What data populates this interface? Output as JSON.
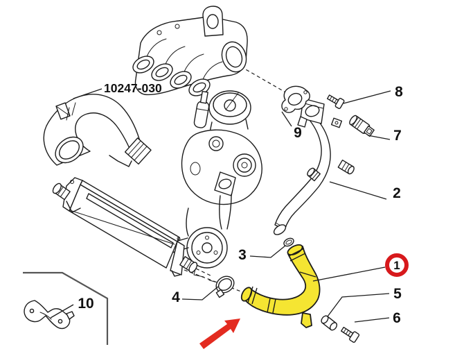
{
  "diagram": {
    "part_number_label": "10247-030",
    "callouts": {
      "n1": "1",
      "n2": "2",
      "n3": "3",
      "n4": "4",
      "n5": "5",
      "n6": "6",
      "n7": "7",
      "n8": "8",
      "n9": "9",
      "n10": "10"
    },
    "highlighted_callout": "1",
    "colors": {
      "part_highlight_yellow": "#F5E532",
      "selected_callout_red": "#D7191C",
      "arrow_red": "#E32B20",
      "line_ink": "#1C1C1C"
    }
  }
}
